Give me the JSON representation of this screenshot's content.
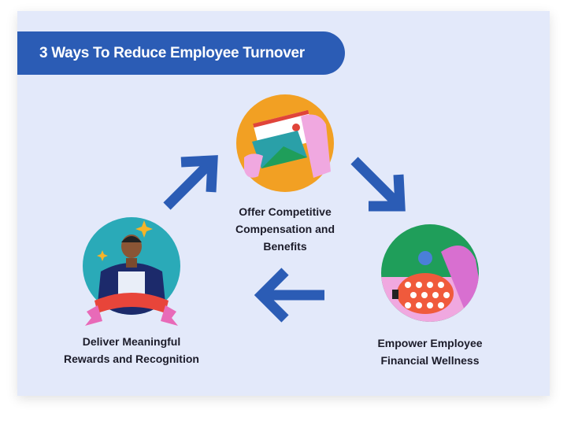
{
  "title": "3 Ways To Reduce Employee Turnover",
  "steps": [
    {
      "label_lines": [
        "Offer Competitive",
        "Compensation and",
        "Benefits"
      ],
      "icon": "envelope-paycheck-icon",
      "circle_color": "#f2a023"
    },
    {
      "label_lines": [
        "Empower Employee",
        "Financial Wellness"
      ],
      "icon": "piggy-bank-icon",
      "circle_color": "#1f9e5a"
    },
    {
      "label_lines": [
        "Deliver Meaningful",
        "Rewards and Recognition"
      ],
      "icon": "employee-award-icon",
      "circle_color": "#2aaab8"
    }
  ],
  "colors": {
    "background": "#e3e9fa",
    "accent": "#2b5cb5"
  }
}
